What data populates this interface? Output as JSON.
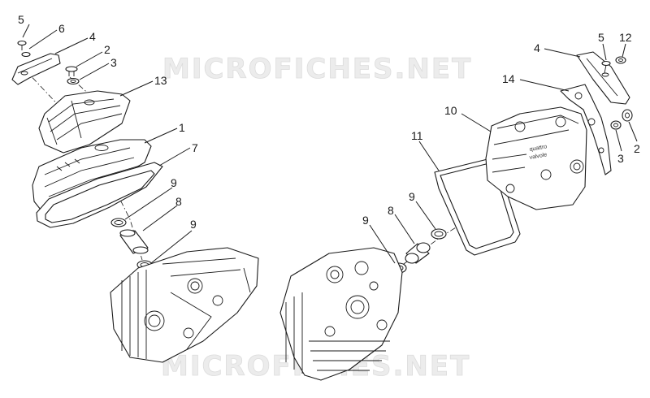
{
  "watermark": {
    "text": "MICROFICHES.NET"
  },
  "cover_label": {
    "line1": "quattro",
    "line2": "valvole"
  },
  "callouts": {
    "left_5": "5",
    "left_6": "6",
    "left_4": "4",
    "left_2": "2",
    "left_3": "3",
    "left_13": "13",
    "left_1": "1",
    "left_7": "7",
    "left_9a": "9",
    "left_8": "8",
    "left_9b": "9",
    "mid_11": "11",
    "mid_9a": "9",
    "mid_8": "8",
    "mid_9b": "9",
    "right_10": "10",
    "right_4": "4",
    "right_5": "5",
    "right_12": "12",
    "right_14": "14",
    "right_3": "3",
    "right_2": "2"
  }
}
